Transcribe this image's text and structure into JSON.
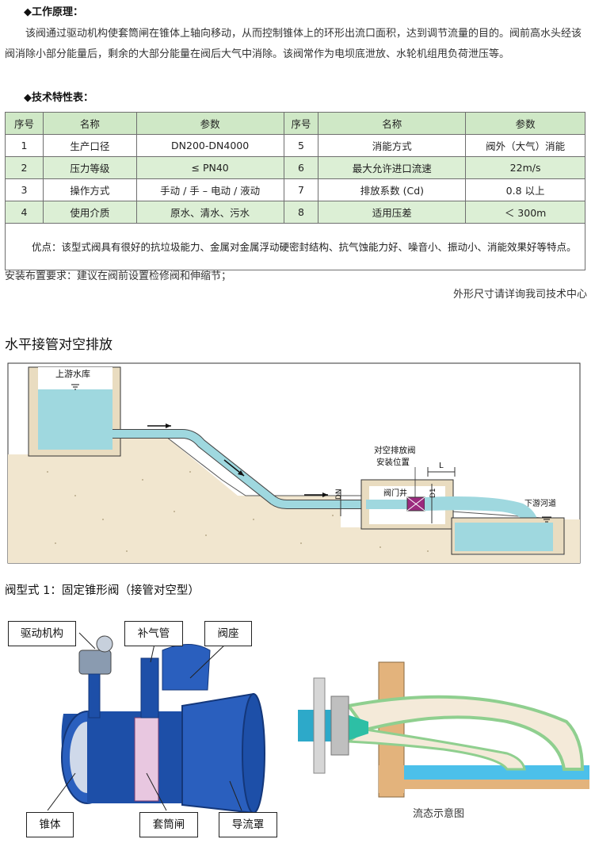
{
  "principle": {
    "heading": "◆工作原理：",
    "text": "该阀通过驱动机构使套筒闸在锥体上轴向移动，从而控制锥体上的环形出流口面积，达到调节流量的目的。阀前高水头经该阀消除小部分能量后，剩余的大部分能量在阀后大气中消除。该阀常作为电坝底泄放、水轮机组甩负荷泄压等。"
  },
  "spec": {
    "heading": "◆技术特性表：",
    "headers": [
      "序号",
      "名称",
      "参数",
      "序号",
      "名称",
      "参数"
    ],
    "rows": [
      [
        "1",
        "生产口径",
        "DN200-DN4000",
        "5",
        "消能方式",
        "阀外（大气）消能"
      ],
      [
        "2",
        "压力等级",
        "≤ PN40",
        "6",
        "最大允许进口流速",
        "22m/s"
      ],
      [
        "3",
        "操作方式",
        "手动 / 手 – 电动 / 液动",
        "7",
        "排放系数 (Cd)",
        "0.8 以上"
      ],
      [
        "4",
        "使用介质",
        "原水、清水、污水",
        "8",
        "适用压差",
        "＜ 300m"
      ]
    ],
    "note": "优点：该型式阀具有很好的抗垃圾能力、金属对金属浮动硬密封结构、抗气蚀能力好、噪音小、振动小、消能效果好等特点。"
  },
  "install_text": "安装布置要求：建议在阀前设置检修阀和伸缩节；",
  "contact_text": "外形尺寸请详询我司技术中心",
  "layout_section": {
    "title": "水平接管对空排放",
    "upstream_label": "上游水库",
    "valve_position_label_1": "对空排放阀",
    "valve_position_label_2": "安装位置",
    "well_label": "阀门井",
    "downstream_label": "下游河道",
    "dim_L": "L",
    "dim_D1": "D1",
    "dim_DN": "DN"
  },
  "valve_type": {
    "title": "阀型式 1：固定锥形阀（接管对空型）",
    "labels": {
      "drive": "驱动机构",
      "air_pipe": "补气管",
      "seat": "阀座",
      "cone": "锥体",
      "sleeve": "套筒闸",
      "hood": "导流罩"
    },
    "flow_caption": "流态示意图"
  },
  "colors": {
    "table_header": "#cfe8c6",
    "table_alt_row": "#dcefd5",
    "water": "#9fd8df",
    "ground": "#f1e6cf",
    "valve_blue": "#1d4fa8",
    "valve_marker": "#9b2a7e"
  }
}
